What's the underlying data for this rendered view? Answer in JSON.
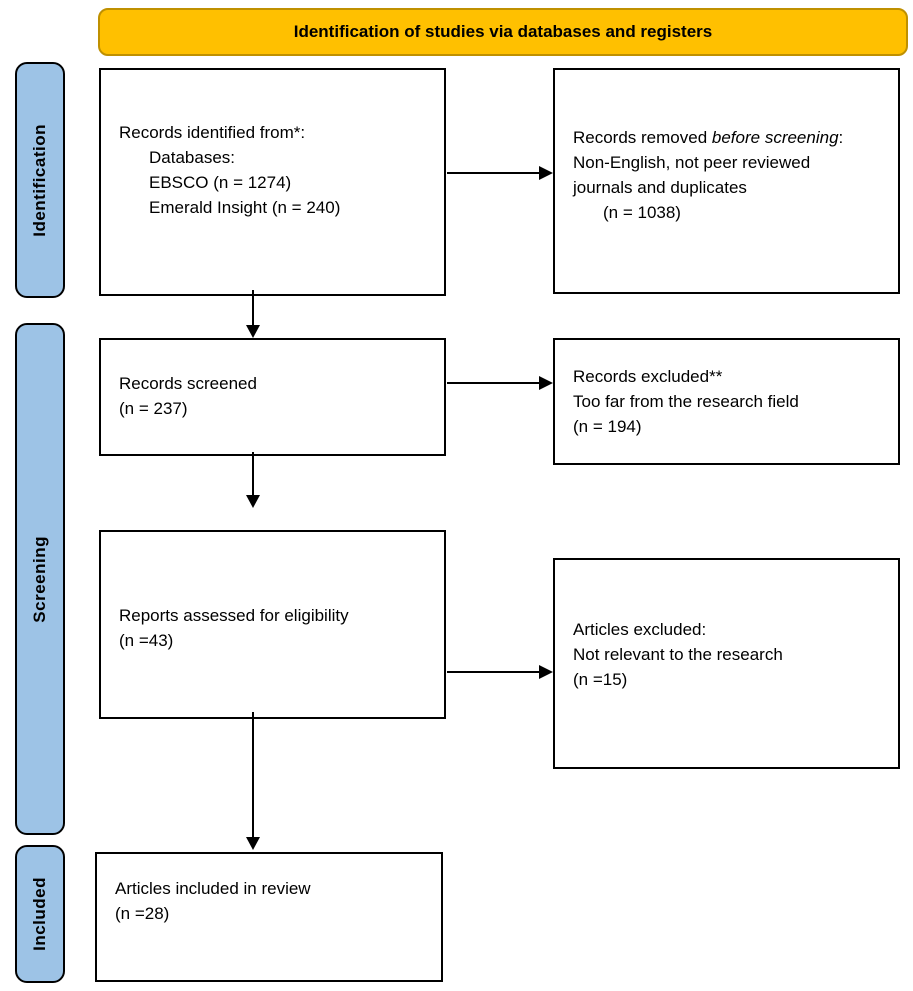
{
  "banner": {
    "title": "Identification of studies via databases and registers"
  },
  "stages": {
    "identification": "Identification",
    "screening": "Screening",
    "included": "Included"
  },
  "boxes": {
    "identified": {
      "line1": "Records identified from*:",
      "line2": "Databases:",
      "line3": "EBSCO (n = 1274)",
      "line4": "Emerald Insight (n = 240)"
    },
    "removed": {
      "line1_prefix": "Records removed ",
      "line1_italic": "before screening",
      "line1_suffix": ":",
      "line2": "Non-English, not peer reviewed",
      "line3": "journals and duplicates",
      "line4": "(n = 1038)"
    },
    "screened": {
      "line1": "Records screened",
      "line2": "(n = 237)"
    },
    "excluded": {
      "line1": "Records excluded**",
      "line2": "Too far from the research field",
      "line3": "(n = 194)"
    },
    "assessed": {
      "line1": "Reports assessed for eligibility",
      "line2": "(n =43)"
    },
    "articles_excluded": {
      "line1": "Articles excluded:",
      "line2": "Not relevant to the research",
      "line3": "(n =15)"
    },
    "included_review": {
      "line1": "Articles included in review",
      "line2": "(n =28)"
    }
  },
  "colors": {
    "banner_fill": "#FFC000",
    "banner_border": "#BF9000",
    "stage_fill": "#9DC3E6",
    "box_border": "#000000"
  }
}
